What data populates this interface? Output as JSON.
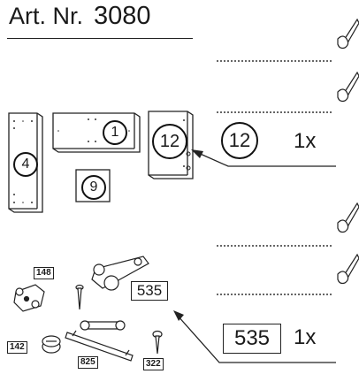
{
  "header": {
    "label": "Art. Nr.",
    "number": "3080"
  },
  "parts": {
    "panel_4": "4",
    "panel_1": "1",
    "panel_9": "9",
    "panel_12": "12"
  },
  "hardware": {
    "h148": "148",
    "h142": "142",
    "h825": "825",
    "h322": "322",
    "h535": "535"
  },
  "callouts": {
    "c12": {
      "id": "12",
      "qty": "1x"
    },
    "c535": {
      "id": "535",
      "qty": "1x"
    }
  }
}
